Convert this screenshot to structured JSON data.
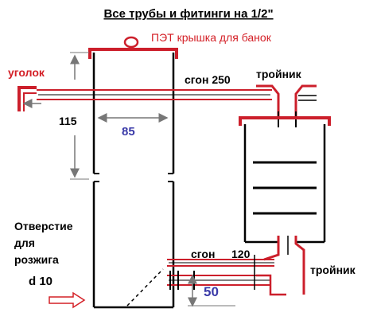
{
  "diagram": {
    "title": "Все трубы и фитинги на 1/2\"",
    "labels": {
      "pet_cap": "ПЭТ крышка для банок",
      "elbow": "уголок",
      "nipple_top": "сгон 250",
      "tee_top": "тройник",
      "dim_115": "115",
      "dim_85": "85",
      "hole_line1": "Отверстие",
      "hole_line2": "для",
      "hole_line3": "розжига",
      "hole_diameter": "d 10",
      "nipple_bottom": "сгон",
      "nipple_bottom_len": "120",
      "tee_bottom": "тройник",
      "dim_50": "50"
    },
    "colors": {
      "line": "#000000",
      "pipe_red": "#cc1f2b",
      "label_red": "#d42027",
      "dim_blue": "#3a3aa8",
      "arrow_gray": "#777777"
    }
  }
}
